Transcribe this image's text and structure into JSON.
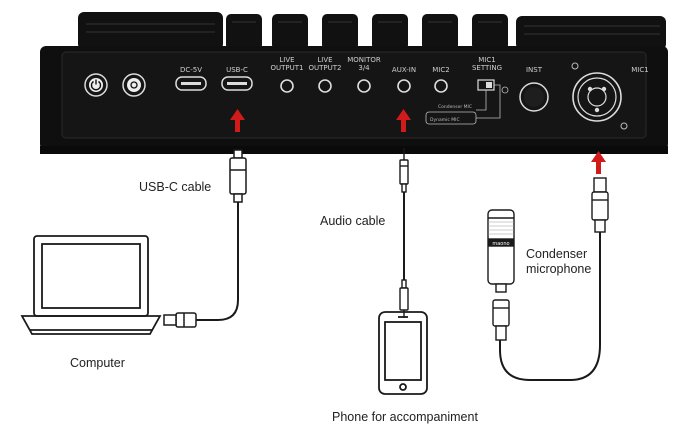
{
  "device": {
    "port_labels": {
      "dc": "DC-5V",
      "usbc": "USB-C",
      "live1": [
        "LIVE",
        "OUTPUT1"
      ],
      "live2": [
        "LIVE",
        "OUTPUT2"
      ],
      "monitor": [
        "MONITOR",
        "3/4"
      ],
      "aux": "AUX-IN",
      "mic2": "MIC2",
      "mic1setting": [
        "MIC1",
        "SETTING"
      ],
      "inst": "INST",
      "mic1": "MIC1",
      "switch_top": "Condenser MIC",
      "switch_bottom": "Dynamic MIC"
    },
    "mic_brand": "maono"
  },
  "labels": {
    "usbc_cable": "USB-C cable",
    "audio_cable": "Audio cable",
    "condenser_line1": "Condenser",
    "condenser_line2": "microphone",
    "computer": "Computer",
    "phone": "Phone for accompaniment"
  },
  "colors": {
    "arrow": "#d11a1a",
    "device_body": "#0f0f0f",
    "line": "#1a1a1a"
  }
}
